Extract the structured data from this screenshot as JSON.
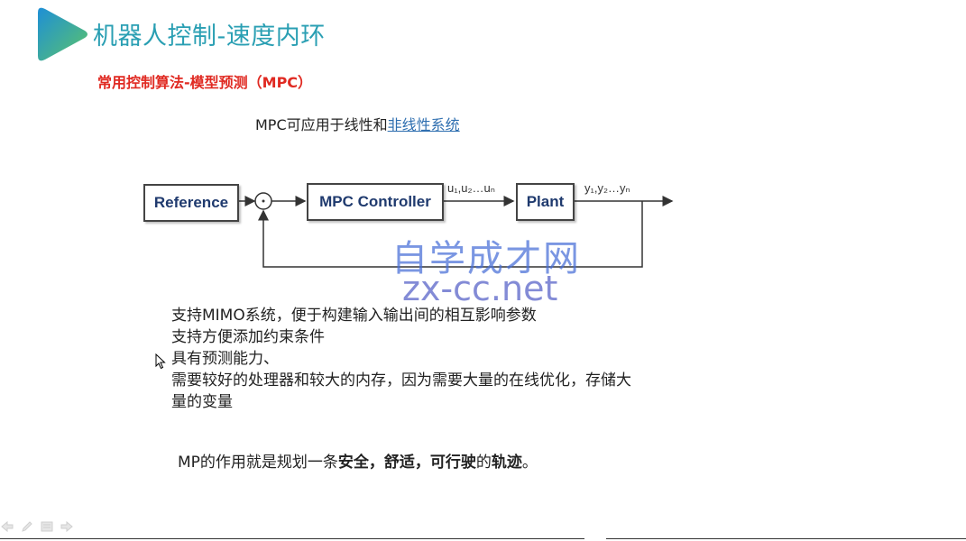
{
  "slide": {
    "title": "机器人控制-速度内环",
    "subtitle": "常用控制算法-模型预测（MPC）",
    "intro_prefix": "MPC可应用于线性和",
    "intro_link": "非线性系统"
  },
  "diagram": {
    "reference_label": "Reference",
    "controller_label": "MPC Controller",
    "plant_label": "Plant",
    "controller_output": "u₁,u₂…uₙ",
    "plant_output": "y₁,y₂…yₙ"
  },
  "watermark": {
    "line1": "自学成才网",
    "line2": "zx-cc.net"
  },
  "features": [
    "支持MIMO系统，便于构建输入输出间的相互影响参数",
    "支持方便添加约束条件",
    "具有预测能力、",
    "需要较好的处理器和较大的内存，因为需要大量的在线优化，存储大量的变量"
  ],
  "summary": {
    "part1": "MP的作用就是规划一条",
    "part2": "安全，舒适，可行驶",
    "part3": "的",
    "part4": "轨迹",
    "part5": "。"
  },
  "colors": {
    "title": "#2a9fb3",
    "subtitle": "#e02a22",
    "link": "#2f6fb0",
    "box_text": "#1f3a6e"
  },
  "icons": [
    "play-logo-icon",
    "mouse-cursor-icon",
    "nav-back-icon",
    "pen-icon",
    "slides-menu-icon",
    "nav-forward-icon"
  ]
}
